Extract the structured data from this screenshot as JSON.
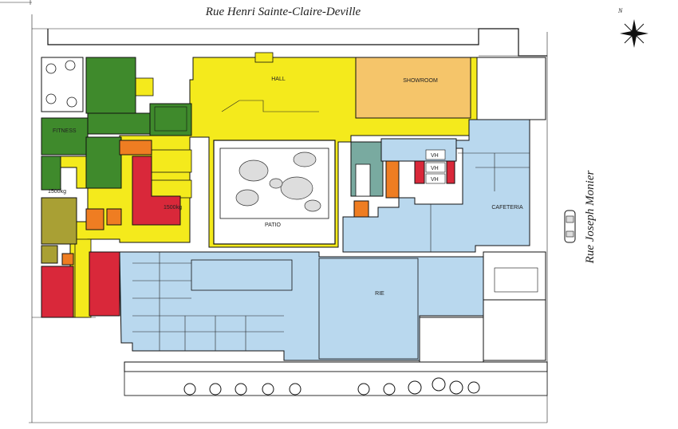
{
  "streets": {
    "north": "Rue  Henri  Sainte-Claire-Deville",
    "east": "Rue  Joseph  Monier"
  },
  "compass": {
    "north_label": "N",
    "icon": "compass-rose-icon"
  },
  "rooms": {
    "hall": "HALL",
    "showroom": "SHOWROOM",
    "fitness": "FITNESS",
    "patio": "PATIO",
    "cafeteria": "CAFETERIA",
    "rie": "RIE",
    "vh1": "VH",
    "vh2": "VH",
    "vh3": "VH",
    "cap1": "1500kg",
    "cap2": "1500kg"
  },
  "colors": {
    "yellow": "#f4ea1c",
    "green": "#3f8a2c",
    "orange_light": "#f5c56a",
    "orange": "#ef7d22",
    "red": "#d9283a",
    "blue": "#b9d8ee",
    "teal": "#79aaa0",
    "olive": "#a9a034"
  },
  "icons": {
    "car": "car-icon",
    "tree": "tree-icon"
  }
}
